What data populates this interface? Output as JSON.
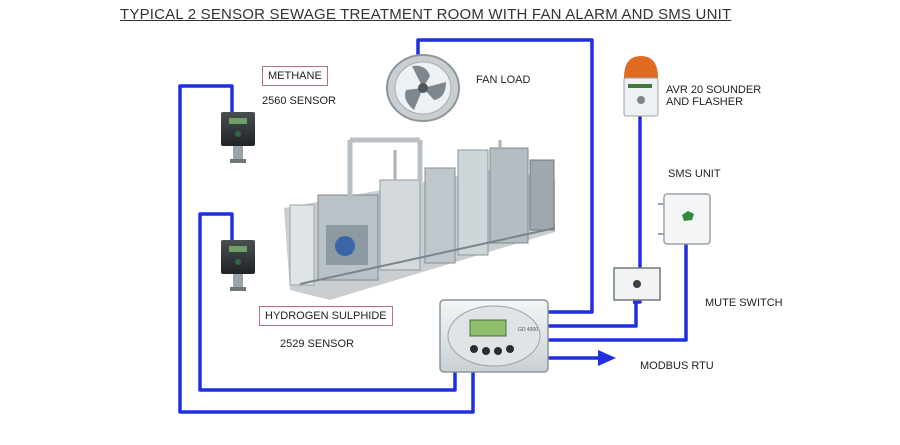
{
  "diagram": {
    "title": "TYPICAL 2 SENSOR  SEWAGE TREATMENT ROOM WITH FAN ALARM AND SMS  UNIT",
    "labels": {
      "methane": "METHANE",
      "methane_sensor": "2560  SENSOR",
      "fan_load": "FAN  LOAD",
      "sounder_line1": "AVR 20 SOUNDER",
      "sounder_line2": "AND FLASHER",
      "sms_unit": "SMS UNIT",
      "mute_switch": "MUTE SWITCH",
      "hydrogen_sulphide": "HYDROGEN SULPHIDE",
      "h2s_sensor": "2529 SENSOR",
      "modbus": "MODBUS  RTU",
      "controller_brand": "GD 4000"
    },
    "colors": {
      "wire": "#1f2fe0",
      "controller_display": "#8fbf6a",
      "sounder_lamp": "#e06a20"
    }
  }
}
